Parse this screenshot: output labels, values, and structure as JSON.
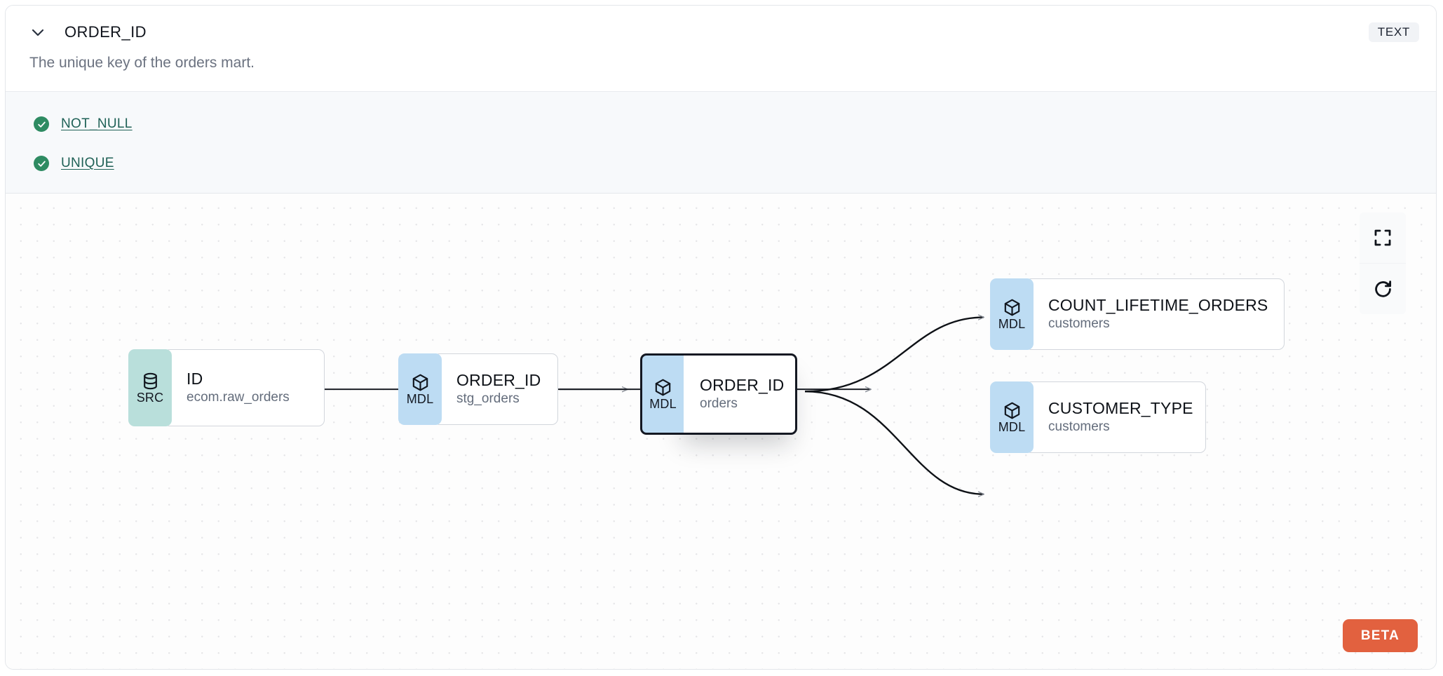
{
  "header": {
    "column_name": "ORDER_ID",
    "data_type_badge": "TEXT",
    "description": "The unique key of the orders mart.",
    "collapse_icon": "chevron-down-icon"
  },
  "tests": [
    {
      "label": "NOT_NULL",
      "status": "passed",
      "status_icon": "check-circle-icon"
    },
    {
      "label": "UNIQUE",
      "status": "passed",
      "status_icon": "check-circle-icon"
    }
  ],
  "lineage": {
    "nodes": [
      {
        "id": "src-id",
        "kind": "SRC",
        "kind_icon": "database-icon",
        "name": "ID",
        "resource": "ecom.raw_orders",
        "selected": false
      },
      {
        "id": "mdl-stg-order-id",
        "kind": "MDL",
        "kind_icon": "cube-icon",
        "name": "ORDER_ID",
        "resource": "stg_orders",
        "selected": false
      },
      {
        "id": "mdl-orders-order-id",
        "kind": "MDL",
        "kind_icon": "cube-icon",
        "name": "ORDER_ID",
        "resource": "orders",
        "selected": true
      },
      {
        "id": "mdl-count-lifetime-orders",
        "kind": "MDL",
        "kind_icon": "cube-icon",
        "name": "COUNT_LIFETIME_ORDERS",
        "resource": "customers",
        "selected": false
      },
      {
        "id": "mdl-customer-type",
        "kind": "MDL",
        "kind_icon": "cube-icon",
        "name": "CUSTOMER_TYPE",
        "resource": "customers",
        "selected": false
      }
    ],
    "edges": [
      {
        "from": "src-id",
        "to": "mdl-stg-order-id"
      },
      {
        "from": "mdl-stg-order-id",
        "to": "mdl-orders-order-id"
      },
      {
        "from": "mdl-orders-order-id",
        "to": "mdl-count-lifetime-orders"
      },
      {
        "from": "mdl-orders-order-id",
        "to": "mdl-customer-type"
      }
    ],
    "controls": [
      {
        "name": "fit-view-button",
        "icon": "fullscreen-icon"
      },
      {
        "name": "refresh-button",
        "icon": "refresh-icon"
      }
    ],
    "beta_badge": "BETA"
  },
  "colors": {
    "source_badge": "#b9dfdb",
    "model_badge": "#bddcf3",
    "test_pass": "#2e8b62",
    "test_link": "#1f6156",
    "beta": "#e2613f",
    "selected_outline": "#141822"
  }
}
